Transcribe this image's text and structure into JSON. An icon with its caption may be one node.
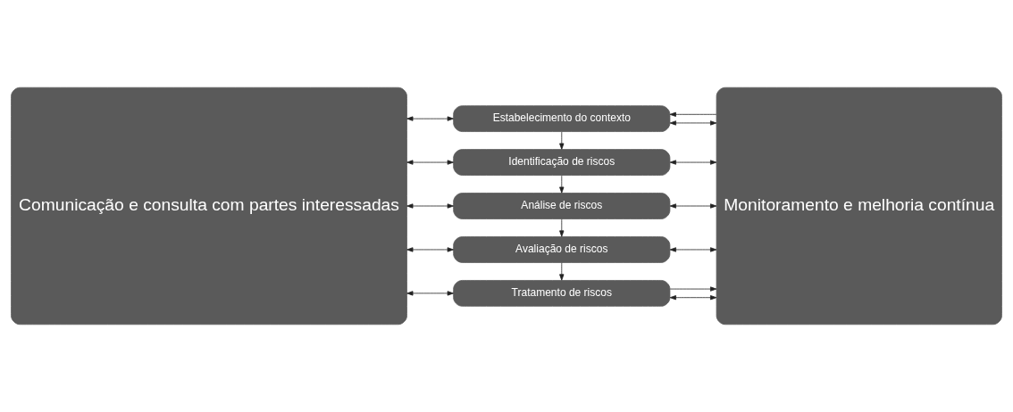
{
  "diagram": {
    "nodes": [
      {
        "text": [
          "Comunicação e consulta com partes interessadas"
        ]
      },
      {
        "text": [
          "Estabelecimento do contexto"
        ]
      },
      {
        "text": [
          "Identificação de riscos"
        ]
      },
      {
        "text": [
          "Análise de riscos"
        ]
      },
      {
        "text": [
          "Avaliação de riscos"
        ]
      },
      {
        "text": [
          "Tratamento de riscos"
        ]
      },
      {
        "text": [
          "Monitoramento e melhoria contínua"
        ]
      }
    ],
    "edges": [
      {
        "from": 0,
        "to": 1,
        "arrow": "both"
      },
      {
        "from": 0,
        "to": 2,
        "arrow": "both"
      },
      {
        "from": 0,
        "to": 3,
        "arrow": "both"
      },
      {
        "from": 0,
        "to": 4,
        "arrow": "both"
      },
      {
        "from": 0,
        "to": 5,
        "arrow": "both"
      },
      {
        "from": 1,
        "to": 6,
        "arrow": "both"
      },
      {
        "from": 2,
        "to": 6,
        "arrow": "both"
      },
      {
        "from": 3,
        "to": 6,
        "arrow": "both"
      },
      {
        "from": 4,
        "to": 6,
        "arrow": "both"
      },
      {
        "from": 5,
        "to": 6,
        "arrow": "both"
      },
      {
        "from": 1,
        "to": 2,
        "arrow": "to"
      },
      {
        "from": 2,
        "to": 3,
        "arrow": "to"
      },
      {
        "from": 3,
        "to": 4,
        "arrow": "to"
      },
      {
        "from": 4,
        "to": 5,
        "arrow": "to"
      },
      {
        "from": 6,
        "to": 1,
        "arrow": "to"
      },
      {
        "from": 5,
        "to": 6,
        "arrow": "to"
      }
    ]
  }
}
